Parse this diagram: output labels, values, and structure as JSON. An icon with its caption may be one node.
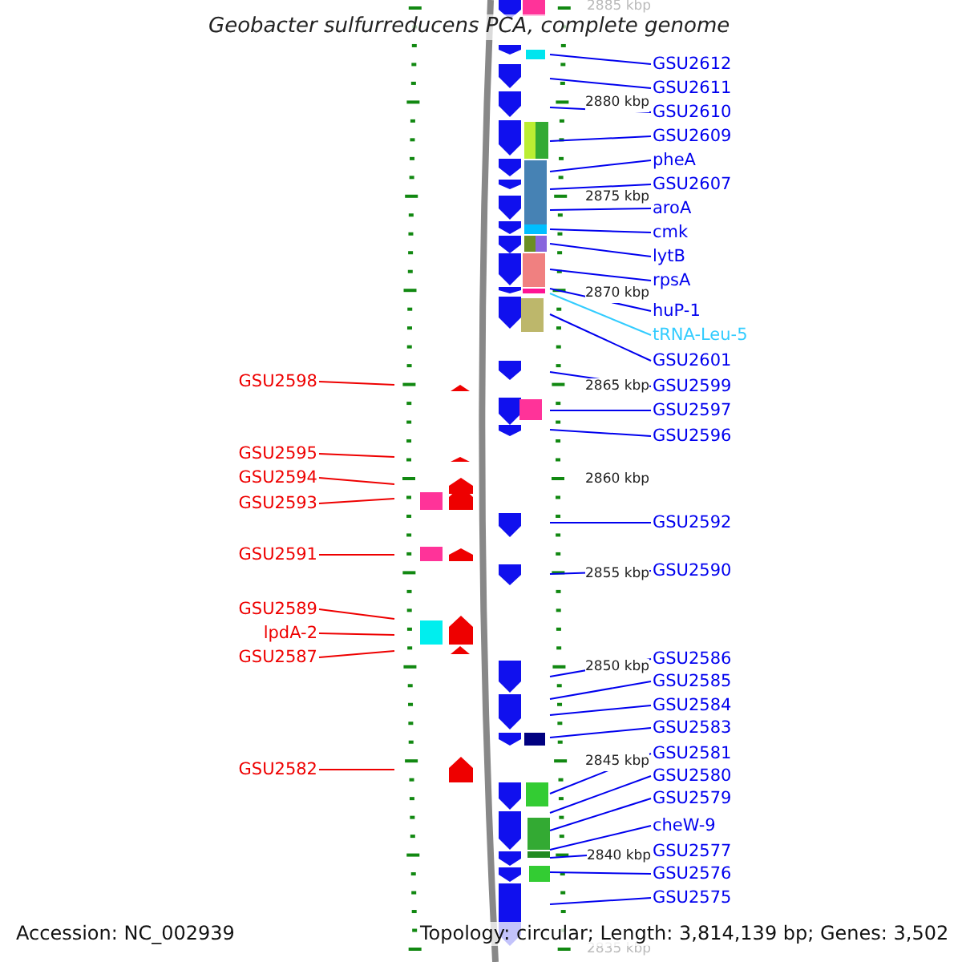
{
  "diagram": {
    "title": "Geobacter sulfurreducens PCA, complete genome",
    "nodes": [
      {
        "text": [
          "GSU2598"
        ]
      },
      {
        "text": [
          "GSU2595"
        ]
      },
      {
        "text": [
          "GSU2594"
        ]
      },
      {
        "text": [
          "GSU2593"
        ]
      },
      {
        "text": [
          "GSU2591"
        ]
      },
      {
        "text": [
          "GSU2589"
        ]
      },
      {
        "text": [
          "lpdA-2"
        ]
      },
      {
        "text": [
          "GSU2587"
        ]
      },
      {
        "text": [
          "GSU2582"
        ]
      },
      {
        "text": [
          "GSU2612"
        ]
      },
      {
        "text": [
          "GSU2611"
        ]
      },
      {
        "text": [
          "GSU2610"
        ]
      },
      {
        "text": [
          "GSU2609"
        ]
      },
      {
        "text": [
          "pheA"
        ]
      },
      {
        "text": [
          "GSU2607"
        ]
      },
      {
        "text": [
          "aroA"
        ]
      },
      {
        "text": [
          "cmk"
        ]
      },
      {
        "text": [
          "lytB"
        ]
      },
      {
        "text": [
          "rpsA"
        ]
      },
      {
        "text": [
          "huP-1"
        ]
      },
      {
        "text": [
          "tRNA-Leu-5"
        ]
      },
      {
        "text": [
          "GSU2601"
        ]
      },
      {
        "text": [
          "GSU2599"
        ]
      },
      {
        "text": [
          "GSU2597"
        ]
      },
      {
        "text": [
          "GSU2596"
        ]
      },
      {
        "text": [
          "GSU2592"
        ]
      },
      {
        "text": [
          "GSU2590"
        ]
      },
      {
        "text": [
          "GSU2586"
        ]
      },
      {
        "text": [
          "GSU2585"
        ]
      },
      {
        "text": [
          "GSU2584"
        ]
      },
      {
        "text": [
          "GSU2583"
        ]
      },
      {
        "text": [
          "GSU2581"
        ]
      },
      {
        "text": [
          "GSU2580"
        ]
      },
      {
        "text": [
          "GSU2579"
        ]
      },
      {
        "text": [
          "cheW-9"
        ]
      },
      {
        "text": [
          "GSU2577"
        ]
      },
      {
        "text": [
          "GSU2576"
        ]
      },
      {
        "text": [
          "GSU2575"
        ]
      }
    ],
    "edges": [
      {
        "from": 0,
        "to": null,
        "arrow": "none",
        "color": "#ee0000"
      },
      {
        "from": 1,
        "to": null,
        "arrow": "none",
        "color": "#ee0000"
      },
      {
        "from": 2,
        "to": null,
        "arrow": "none",
        "color": "#ee0000"
      },
      {
        "from": 3,
        "to": null,
        "arrow": "none",
        "color": "#ee0000"
      },
      {
        "from": 4,
        "to": null,
        "arrow": "none",
        "color": "#ee0000"
      },
      {
        "from": 5,
        "to": null,
        "arrow": "none",
        "color": "#ee0000"
      },
      {
        "from": 6,
        "to": null,
        "arrow": "none",
        "color": "#ee0000"
      },
      {
        "from": 7,
        "to": null,
        "arrow": "none",
        "color": "#ee0000"
      },
      {
        "from": 8,
        "to": null,
        "arrow": "none",
        "color": "#ee0000"
      },
      {
        "from": 9,
        "to": null,
        "arrow": "none"
      },
      {
        "from": 10,
        "to": null,
        "arrow": "none"
      },
      {
        "from": 11,
        "to": null,
        "arrow": "none"
      },
      {
        "from": 12,
        "to": null,
        "arrow": "none"
      },
      {
        "from": 13,
        "to": null,
        "arrow": "none"
      },
      {
        "from": 14,
        "to": null,
        "arrow": "none"
      },
      {
        "from": 15,
        "to": null,
        "arrow": "none"
      },
      {
        "from": 16,
        "to": null,
        "arrow": "none"
      },
      {
        "from": 17,
        "to": null,
        "arrow": "none"
      },
      {
        "from": 18,
        "to": null,
        "arrow": "none"
      },
      {
        "from": 19,
        "to": null,
        "arrow": "none"
      },
      {
        "from": 20,
        "to": null,
        "arrow": "none",
        "color": "#33ccff"
      },
      {
        "from": 21,
        "to": null,
        "arrow": "none"
      },
      {
        "from": 22,
        "to": null,
        "arrow": "none"
      },
      {
        "from": 23,
        "to": null,
        "arrow": "none"
      },
      {
        "from": 24,
        "to": null,
        "arrow": "none"
      },
      {
        "from": 25,
        "to": null,
        "arrow": "none"
      },
      {
        "from": 26,
        "to": null,
        "arrow": "none"
      },
      {
        "from": 27,
        "to": null,
        "arrow": "none"
      },
      {
        "from": 28,
        "to": null,
        "arrow": "none"
      },
      {
        "from": 29,
        "to": null,
        "arrow": "none"
      },
      {
        "from": 30,
        "to": null,
        "arrow": "none"
      },
      {
        "from": 31,
        "to": null,
        "arrow": "none"
      },
      {
        "from": 32,
        "to": null,
        "arrow": "none"
      },
      {
        "from": 33,
        "to": null,
        "arrow": "none"
      },
      {
        "from": 34,
        "to": null,
        "arrow": "none"
      },
      {
        "from": 35,
        "to": null,
        "arrow": "none"
      },
      {
        "from": 36,
        "to": null,
        "arrow": "none"
      },
      {
        "from": 37,
        "to": null,
        "arrow": "none"
      }
    ],
    "labels": [
      "2885 kbp",
      "2880 kbp",
      "2875 kbp",
      "2870 kbp",
      "2865 kbp",
      "2860 kbp",
      "2855 kbp",
      "2850 kbp",
      "2845 kbp",
      "2840 kbp",
      "2835 kbp",
      "Accession: NC_002939",
      "Topology: circular; Length: 3,814,139 bp; Genes: 3,502"
    ]
  }
}
